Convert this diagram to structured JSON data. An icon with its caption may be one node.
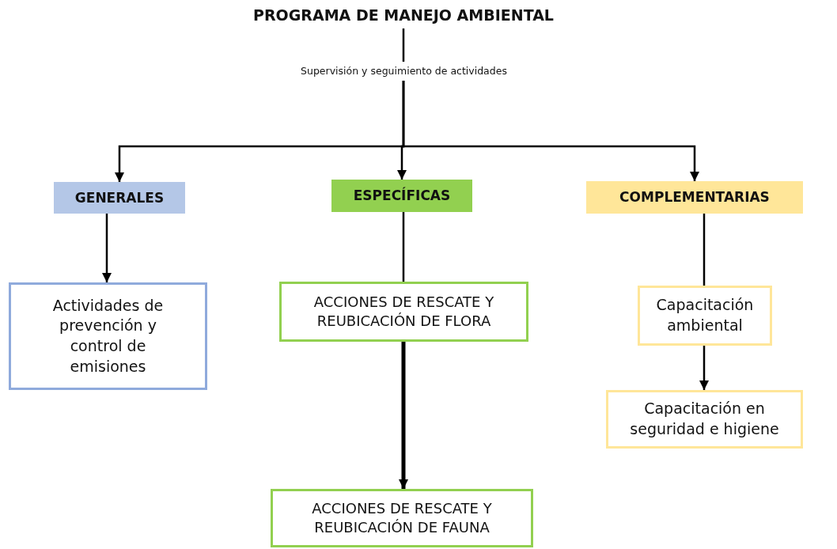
{
  "diagram": {
    "nodes": [
      {
        "text": [
          "PROGRAMA DE MANEJO AMBIENTAL"
        ]
      },
      {
        "text": [
          "Supervisión y seguimiento de actividades"
        ]
      },
      {
        "text": [
          "GENERALES"
        ]
      },
      {
        "text": [
          "ESPECÍFICAS"
        ]
      },
      {
        "text": [
          "COMPLEMENTARIAS"
        ]
      },
      {
        "text": [
          "Actividades de prevención y control de emisiones"
        ]
      },
      {
        "text": [
          "ACCIONES DE RESCATE Y REUBICACIÓN DE FLORA"
        ]
      },
      {
        "text": [
          "ACCIONES DE RESCATE Y REUBICACIÓN DE FAUNA"
        ]
      },
      {
        "text": [
          "Capacitación ambiental"
        ]
      },
      {
        "text": [
          "Capacitación en seguridad e higiene"
        ]
      }
    ],
    "edges": [
      {
        "from": 0,
        "to": 1,
        "arrow": "none"
      },
      {
        "from": 1,
        "to": 2,
        "arrow": "to"
      },
      {
        "from": 1,
        "to": 3,
        "arrow": "to"
      },
      {
        "from": 1,
        "to": 4,
        "arrow": "to"
      },
      {
        "from": 2,
        "to": 5,
        "arrow": "to"
      },
      {
        "from": 3,
        "to": 6,
        "arrow": "none"
      },
      {
        "from": 6,
        "to": 7,
        "arrow": "to",
        "style": "thick"
      },
      {
        "from": 4,
        "to": 8,
        "arrow": "none"
      },
      {
        "from": 8,
        "to": 9,
        "arrow": "to"
      }
    ]
  }
}
